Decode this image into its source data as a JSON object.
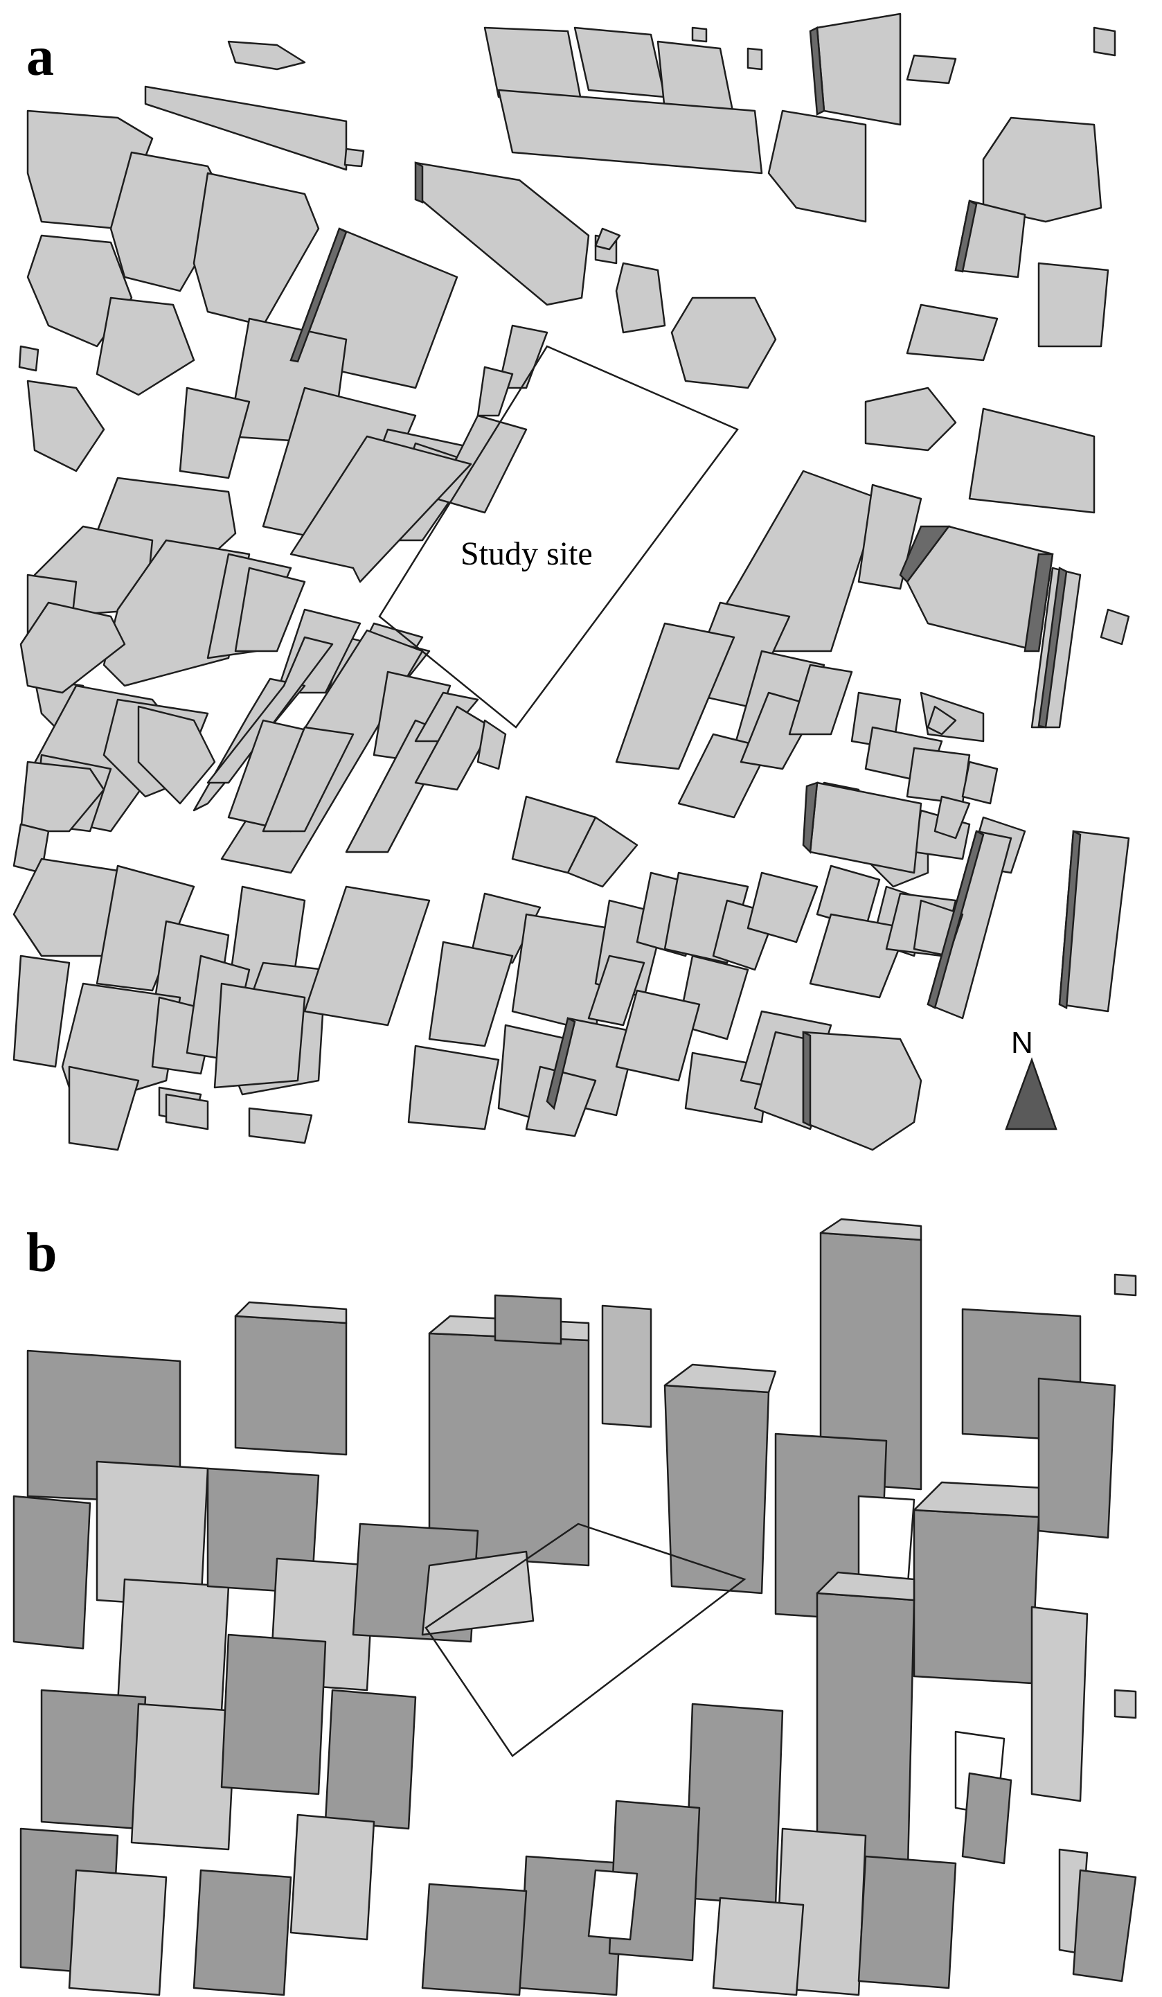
{
  "panels": [
    {
      "label": "a",
      "view": "plan"
    },
    {
      "label": "b",
      "view": "perspective"
    }
  ],
  "study_site_label": "Study site",
  "north_label": "N",
  "colors": {
    "roof": "#cbcbcb",
    "wall_dark": "#6a6a6a",
    "wall_mid": "#9a9a9a",
    "outline": "#1e1e1e",
    "arrow": "#5a5a5a",
    "background": "#ffffff"
  }
}
